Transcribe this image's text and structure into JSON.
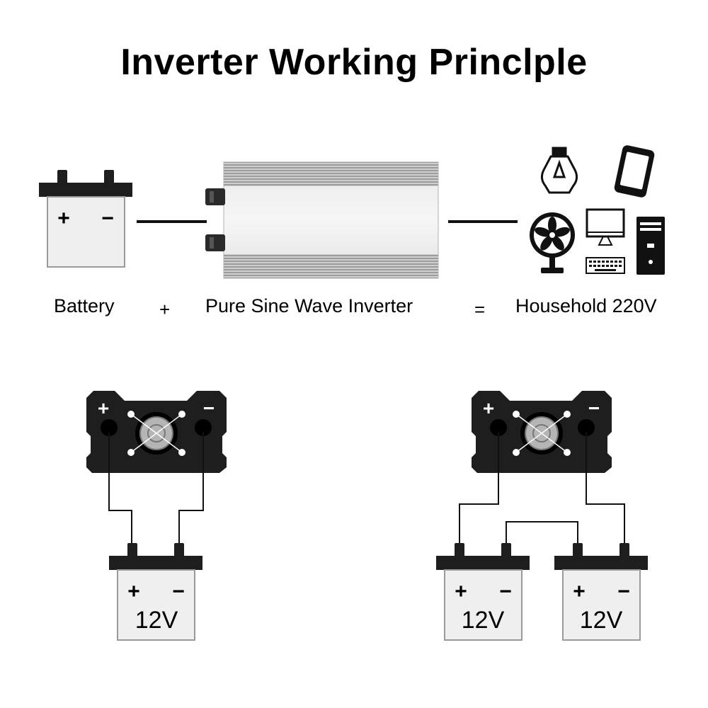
{
  "title": "Inverter Working Princlple",
  "captions": {
    "battery": "Battery",
    "plus": "+",
    "inverter": "Pure Sine Wave Inverter",
    "equals": "=",
    "household": "Household 220V"
  },
  "terminal_signs": {
    "positive": "+",
    "negative": "−"
  },
  "battery_voltage": "12V",
  "icons": [
    "light-bulb-icon",
    "smartphone-icon",
    "fan-icon",
    "computer-monitor-icon",
    "keyboard-icon",
    "desktop-tower-icon"
  ],
  "colors": {
    "dark": "#1e1e1e",
    "battery_body": "#efefef",
    "battery_border": "#9a9a9a"
  }
}
